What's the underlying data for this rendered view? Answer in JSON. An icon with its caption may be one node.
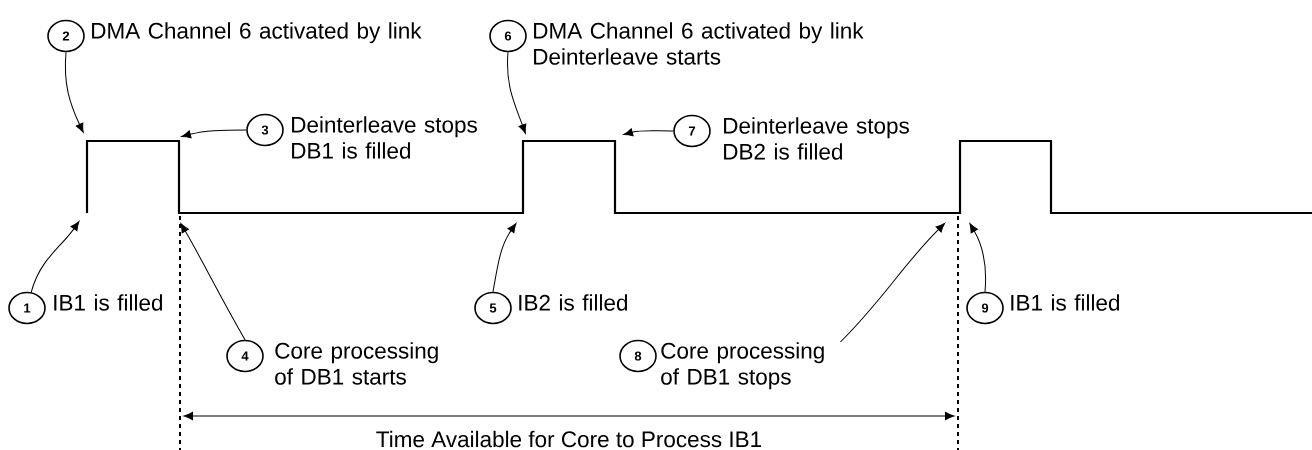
{
  "diagram": {
    "nodes": [
      {
        "text": [
          "1",
          "IB1 is filled"
        ]
      },
      {
        "text": [
          "2",
          "DMA Channel 6 activated by link"
        ]
      },
      {
        "text": [
          "3",
          "Deinterleave stops DB1 is filled"
        ]
      },
      {
        "text": [
          "4",
          "Core processing of DB1 starts"
        ]
      },
      {
        "text": [
          "5",
          "IB2 is filled"
        ]
      },
      {
        "text": [
          "6",
          "DMA Channel 6 activated by link Deinterleave starts"
        ]
      },
      {
        "text": [
          "7",
          "Deinterleave stops DB2 is filled"
        ]
      },
      {
        "text": [
          "8",
          "Core processing of DB1 stops"
        ]
      },
      {
        "text": [
          "9",
          "IB1 is filled"
        ]
      }
    ],
    "edges": [
      {
        "from": 0,
        "to": null,
        "arrow": "to"
      },
      {
        "from": 1,
        "to": null,
        "arrow": "to"
      },
      {
        "from": 2,
        "to": null,
        "arrow": "to"
      },
      {
        "from": 3,
        "to": null,
        "arrow": "to"
      },
      {
        "from": 4,
        "to": null,
        "arrow": "to"
      },
      {
        "from": 5,
        "to": null,
        "arrow": "to"
      },
      {
        "from": 6,
        "to": null,
        "arrow": "to"
      },
      {
        "from": 7,
        "to": null,
        "arrow": "to"
      },
      {
        "from": 8,
        "to": null,
        "arrow": "to"
      }
    ],
    "labels": [
      "Time Available for Core to Process IB1"
    ]
  }
}
